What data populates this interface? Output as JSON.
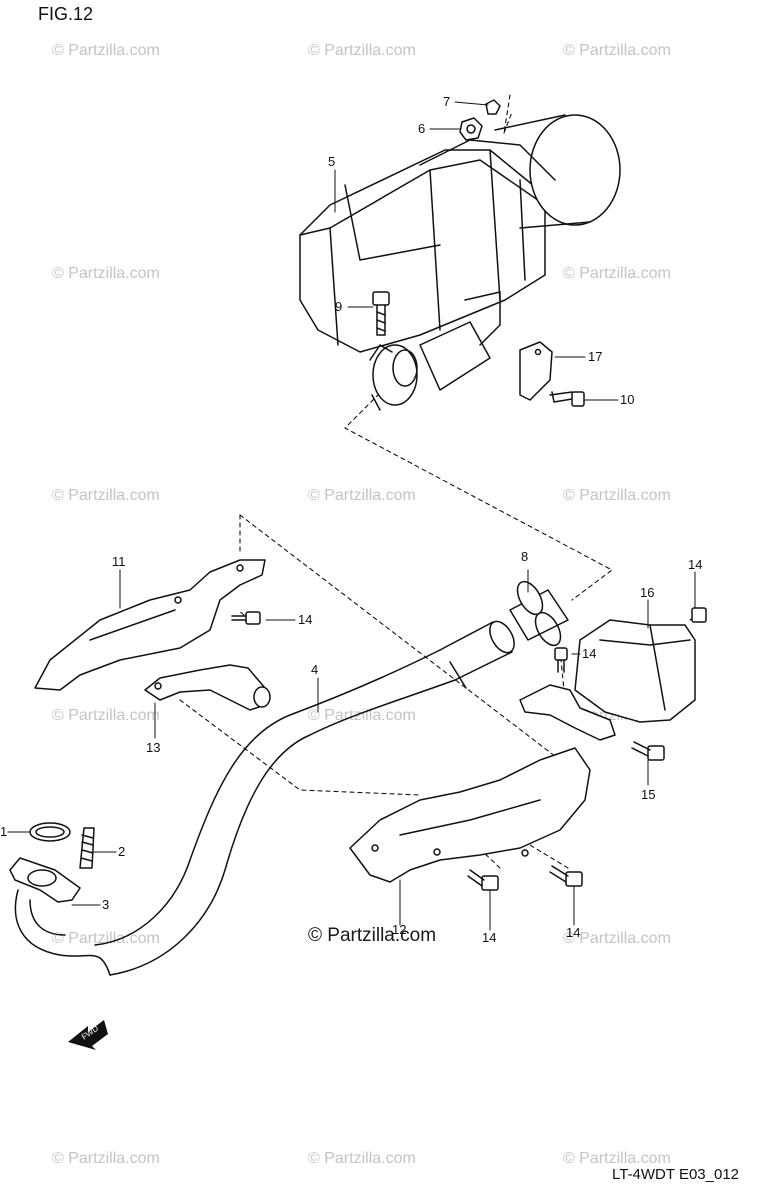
{
  "figure": {
    "title": "FIG.12",
    "code": "LT-4WDT E03_012"
  },
  "watermark": {
    "text": "© Partzilla.com",
    "color": "#c4c4c4"
  },
  "callouts": {
    "c1": "1",
    "c2": "2",
    "c3": "3",
    "c4": "4",
    "c5": "5",
    "c6": "6",
    "c7": "7",
    "c8": "8",
    "c9": "9",
    "c10": "10",
    "c11": "11",
    "c12": "12",
    "c13": "13",
    "c14a": "14",
    "c14b": "14",
    "c14c": "14",
    "c14d": "14",
    "c14e": "14",
    "c15": "15",
    "c16": "16",
    "c17": "17"
  },
  "icons": {
    "front_arrow": "front-direction-arrow-icon",
    "front_arrow_text": "FWD"
  }
}
